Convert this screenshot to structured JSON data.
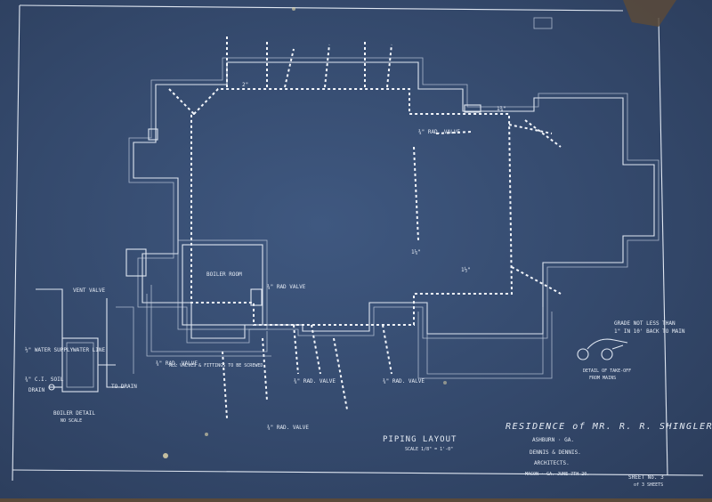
{
  "drawing": {
    "title": "PIPING LAYOUT",
    "scale": "SCALE 1/8\" = 1'-0\"",
    "residence": "RESIDENCE of MR. R. R. SHINGLER",
    "location": "ASHBURN · GA.",
    "architects_name": "DENNIS & DENNIS.",
    "architects_word": "ARCHITECTS.",
    "city_date": "MACON · GA.   JUNE 7TH 20.",
    "sheet": "SHEET No. 3",
    "sheet_sub": "of 3 SHEETS"
  },
  "labels": {
    "boiler_room": "BOILER ROOM",
    "boiler_detail": "BOILER DETAIL",
    "boiler_detail_scale": "NO SCALE",
    "vent_valve": "VENT VALVE",
    "water_supply": "½\" WATER SUPPLY",
    "water_line": "WATER LINE",
    "cast_iron": "¾\" C.I. SOIL",
    "drain": "DRAIN",
    "to_drain": "TO DRAIN",
    "rad_valve": "¾\" RAD. VALVE",
    "rad_valve_2": "¾\" RAD VALVE",
    "rad_valve_3": "¾\" RAD. VALVE",
    "rad_valve_4": "¾\" RAD. VALVE",
    "rad_valve_5": "¾\" RAD. VALVE",
    "rad_valve_6": "¾\" RAD. VALVE",
    "grade_note_1": "GRADE NOT LESS THAN",
    "grade_note_2": "1\" IN 10' BACK TO MAIN",
    "detail_take_off_1": "DETAIL OF TAKE-OFF",
    "detail_take_off_2": "FROM MAINS",
    "note_ll": "ALL VALVES & FITTINGS TO BE SCREWED",
    "dim_2": "2\"",
    "dim_134": "1¾\"",
    "dim_112": "1½\"",
    "dim_114": "1¼\""
  }
}
